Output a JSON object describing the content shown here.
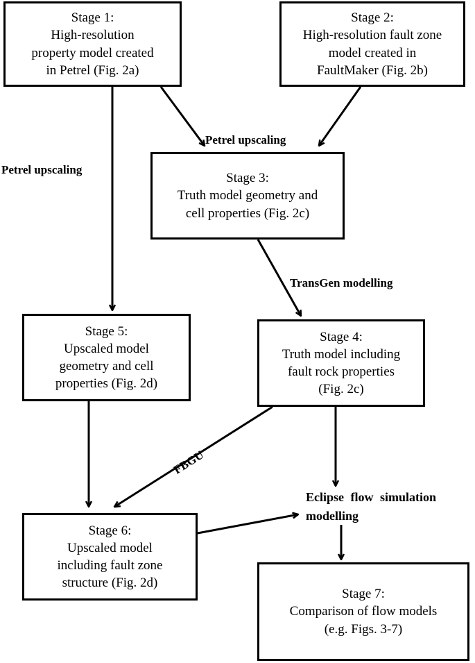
{
  "stages": {
    "s1": [
      "Stage 1:",
      "High-resolution",
      "property model created",
      "in Petrel (Fig. 2a)"
    ],
    "s2": [
      "Stage 2:",
      "High-resolution fault zone",
      "model created in",
      "FaultMaker (Fig. 2b)"
    ],
    "s3": [
      "Stage 3:",
      "Truth model geometry and",
      "cell properties (Fig. 2c)"
    ],
    "s4": [
      "Stage 4:",
      "Truth model including",
      "fault rock properties",
      "(Fig. 2c)"
    ],
    "s5": [
      "Stage 5:",
      "Upscaled model",
      "geometry and cell",
      "properties (Fig. 2d)"
    ],
    "s6": [
      "Stage 6:",
      "Upscaled model",
      "including fault zone",
      "structure (Fig. 2d)"
    ],
    "s7": [
      "Stage 7:",
      "Comparison of flow models",
      "(e.g. Figs. 3-7)"
    ]
  },
  "labels": {
    "petrel_upscaling_left": "Petrel upscaling",
    "petrel_upscaling_center": "Petrel upscaling",
    "transgen": "TransGen modelling",
    "fbgu": "FBGU",
    "eclipse_line1": "Eclipse flow simulation",
    "eclipse_line2": "modelling"
  }
}
